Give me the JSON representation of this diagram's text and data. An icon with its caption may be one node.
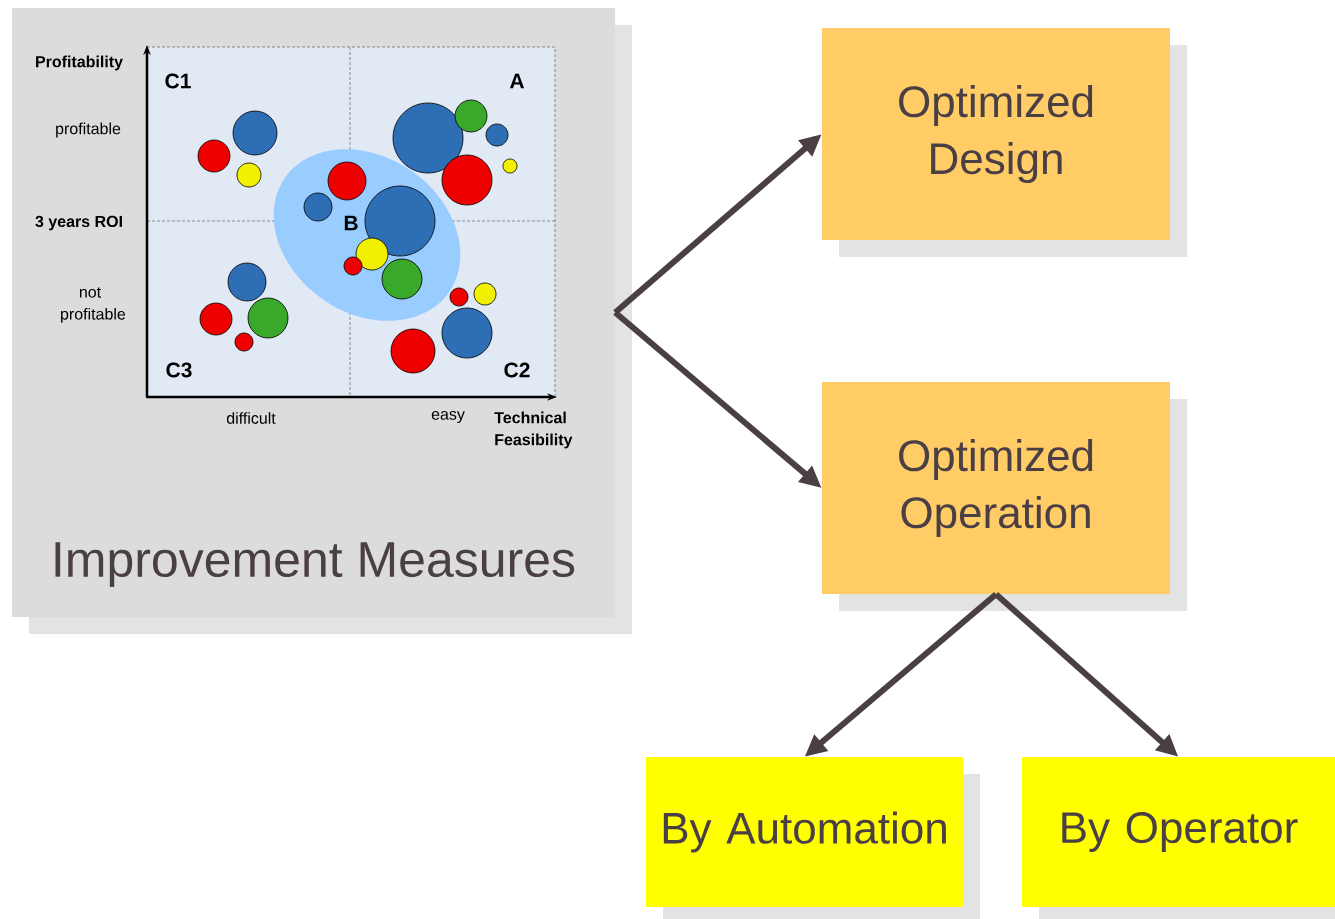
{
  "diagram": {
    "nodes": [
      {
        "text": [
          "Improvement Measures"
        ]
      },
      {
        "text": [
          "Optimized Design"
        ]
      },
      {
        "text": [
          "Optimized Operation"
        ]
      },
      {
        "text": [
          "By Automation"
        ]
      },
      {
        "text": [
          "By Operator"
        ]
      }
    ],
    "edges": [
      {
        "from": 0,
        "to": 1,
        "arrow": "to"
      },
      {
        "from": 0,
        "to": 2,
        "arrow": "to"
      },
      {
        "from": 2,
        "to": 3,
        "arrow": "to"
      },
      {
        "from": 2,
        "to": 4,
        "arrow": "to"
      }
    ],
    "labels": [
      "Profitability",
      "C1",
      "A",
      "profitable",
      "3 years ROI",
      "B",
      "not profitable",
      "C3",
      "C2",
      "difficult",
      "easy",
      "Technical Feasibility"
    ]
  }
}
